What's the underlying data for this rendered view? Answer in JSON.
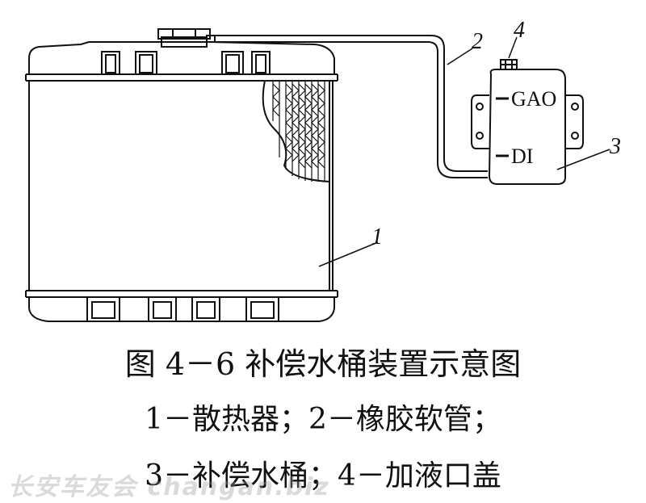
{
  "diagram": {
    "callouts": {
      "c1": "1",
      "c2": "2",
      "c3": "3",
      "c4": "4"
    },
    "level_marks": {
      "high": "GAO",
      "low": "DI"
    }
  },
  "caption": {
    "title": "图 4－6 补偿水桶装置示意图",
    "line1": "1－散热器；2－橡胶软管；",
    "line2": "3－补偿水桶；4－加液口盖"
  },
  "watermark": "长安车友会 changan.biz"
}
